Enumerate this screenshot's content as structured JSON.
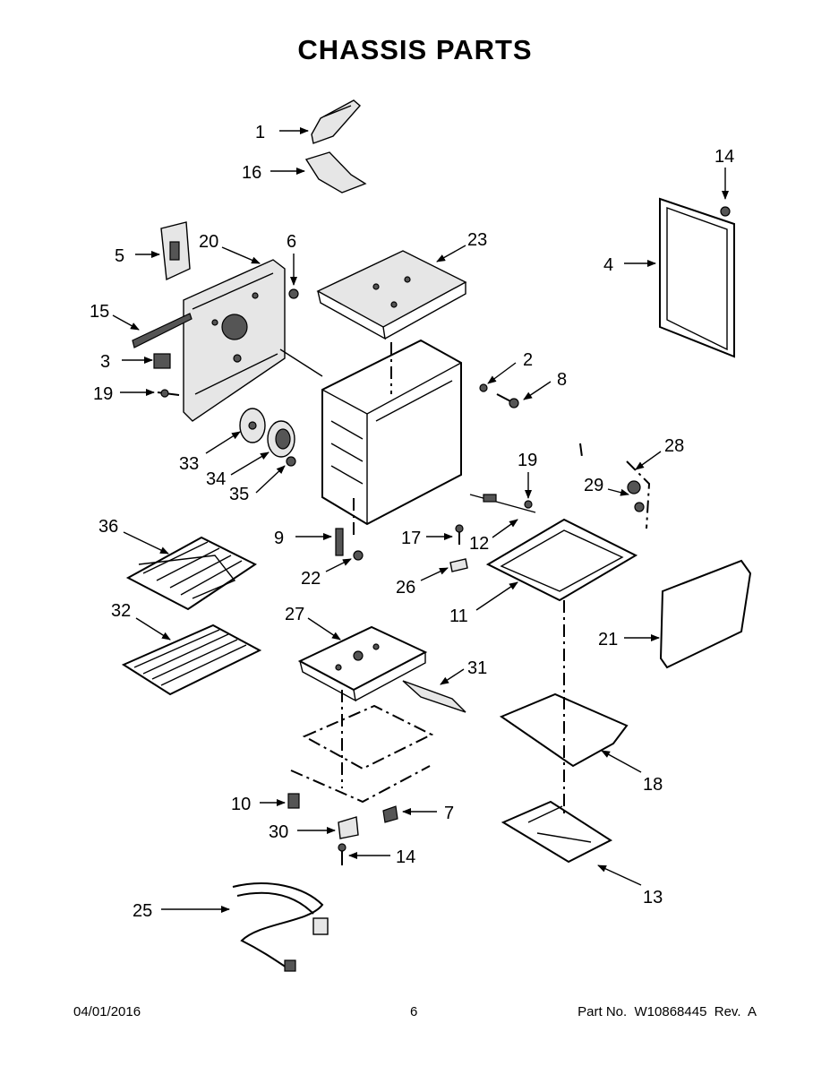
{
  "title": "CHASSIS PARTS",
  "footer": {
    "date": "04/01/2016",
    "page": "6",
    "part_number": "Part No.  W10868445  Rev.  A"
  },
  "callouts": {
    "c1": "1",
    "c16": "16",
    "c14a": "14",
    "c5": "5",
    "c20": "20",
    "c6": "6",
    "c23": "23",
    "c4": "4",
    "c15": "15",
    "c3": "3",
    "c19a": "19",
    "c2": "2",
    "c8": "8",
    "c33": "33",
    "c34": "34",
    "c35": "35",
    "c28": "28",
    "c29": "29",
    "c19b": "19",
    "c36": "36",
    "c9": "9",
    "c17": "17",
    "c12": "12",
    "c22": "22",
    "c26": "26",
    "c11": "11",
    "c32": "32",
    "c27": "27",
    "c31": "31",
    "c21": "21",
    "c18": "18",
    "c10": "10",
    "c7": "7",
    "c30": "30",
    "c14b": "14",
    "c25": "25",
    "c13": "13"
  }
}
